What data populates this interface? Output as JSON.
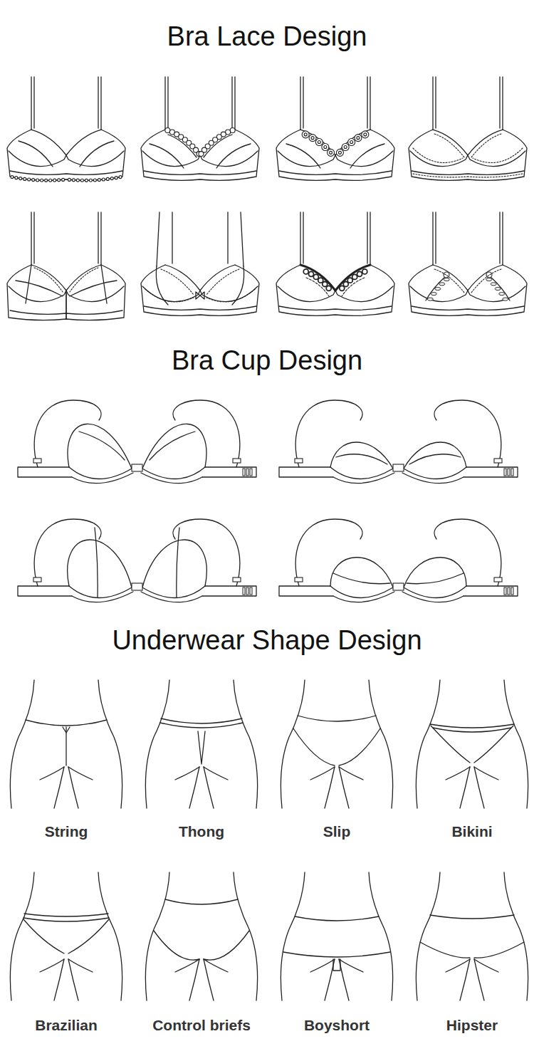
{
  "diagram": {
    "labels": [
      "Bra Lace Design",
      "Bra Cup Design",
      "Underwear Shape Design",
      "String",
      "Thong",
      "Slip",
      "Bikini",
      "Brazilian",
      "Control briefs",
      "Boyshort",
      "Hipster"
    ]
  }
}
